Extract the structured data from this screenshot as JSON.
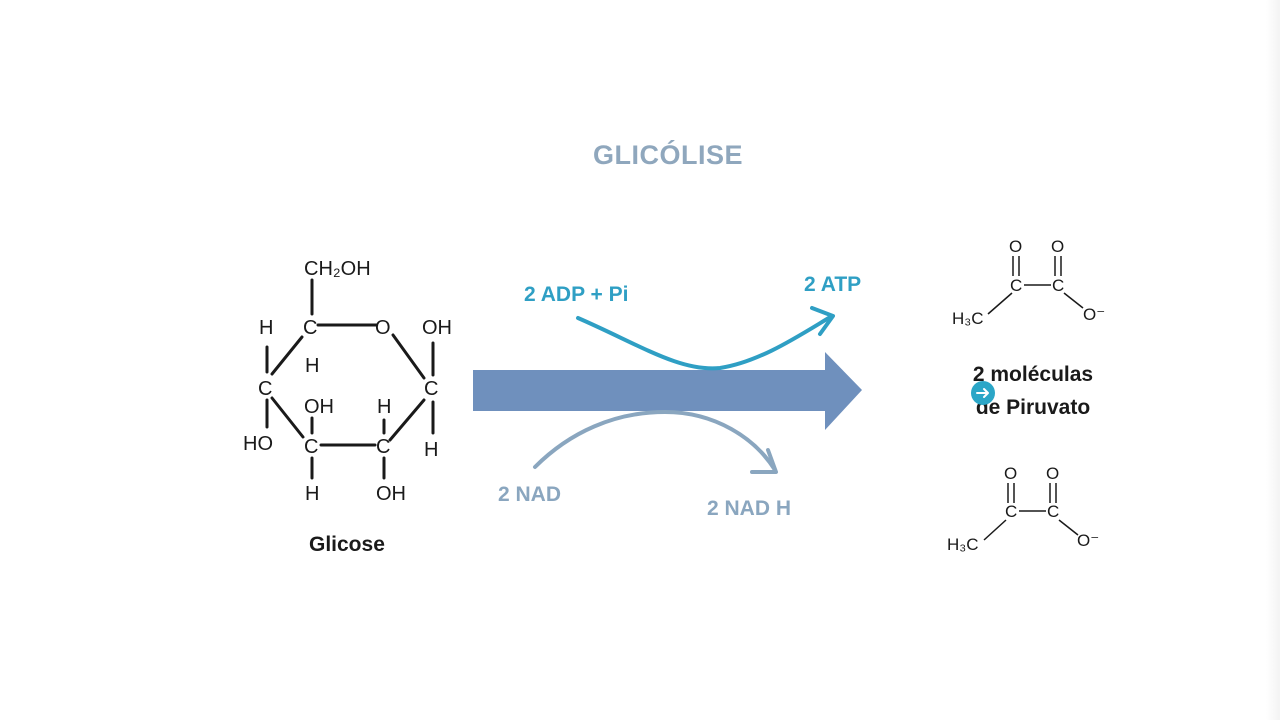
{
  "title": "GLICÓLISE",
  "glucose": {
    "label": "Glicose",
    "atoms": {
      "ch2oh": "CH₂OH",
      "c": "C",
      "o": "O",
      "h": "H",
      "oh": "OH",
      "ho": "HO"
    }
  },
  "inputs": {
    "adp": "2 ADP + Pi",
    "nad": "2 NAD"
  },
  "outputs": {
    "atp": "2 ATP",
    "nadh": "2 NAD H"
  },
  "product": {
    "label_line1": "2 moléculas",
    "label_line2": "de Piruvato",
    "atoms": {
      "o": "O",
      "c": "C",
      "h3c": "H₃C",
      "ominus": "O⁻"
    }
  },
  "colors": {
    "title": "#8fa7bd",
    "main_arrow": "#6f90bd",
    "atp_path": "#2f9fc4",
    "nad_path": "#8aa6bf",
    "ink": "#1a1a1a",
    "play_button": "#2ba6c7"
  },
  "icons": {
    "play": "arrow-right-circle-icon"
  }
}
